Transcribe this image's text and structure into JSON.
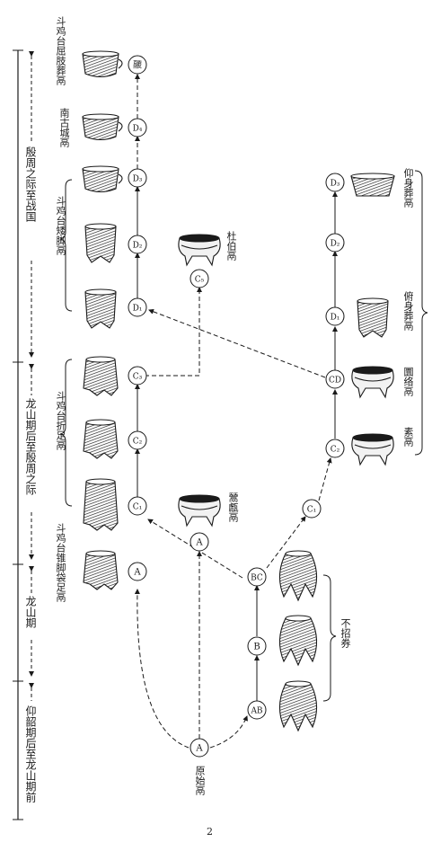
{
  "periods": [
    {
      "id": "p1",
      "label": "殷周之际至战国"
    },
    {
      "id": "p2",
      "label": "龙山期后至殷周之际"
    },
    {
      "id": "p3",
      "label": "龙山期"
    },
    {
      "id": "p4",
      "label": "仰韶期后至龙山期前"
    }
  ],
  "vessel_labels": {
    "dou_juzhi": "斗鸡台屈肢葬鬲",
    "nangucheng": "南古城鬲",
    "dou_aijiao": "斗鸡台矮脚鬲",
    "dou_zhezu": "斗鸡台折足鬲",
    "dou_zhuijiao": "斗鸡台锥脚袋足鬲",
    "duboli": "杜伯鬲",
    "wenyanli": "鬵甗鬲",
    "bubinjuan": "不招券",
    "yangshen": "仰身葬鬲",
    "fushen": "俯身葬鬲",
    "guanluo": "圜络鬲",
    "su": "素鬲",
    "yuanshi": "原始鬲"
  },
  "nodes": {
    "top": "鬷",
    "D4": "D₄",
    "D3": "D₃",
    "D2": "D₂",
    "D1": "D₁",
    "C3": "C₃",
    "C2": "C₂",
    "C1": "C₁",
    "A_left": "A",
    "A_mid": "A",
    "A_root": "A",
    "BC": "BC",
    "B": "B",
    "AB": "AB",
    "C5": "C₅",
    "RC1": "C₁",
    "RC2": "C₂",
    "CD": "CD",
    "RD1": "D₁",
    "RD2": "D₂",
    "RD3": "D₃"
  },
  "page_number": "2",
  "colors": {
    "ink": "#1a1a1a",
    "paper": "#ffffff"
  }
}
